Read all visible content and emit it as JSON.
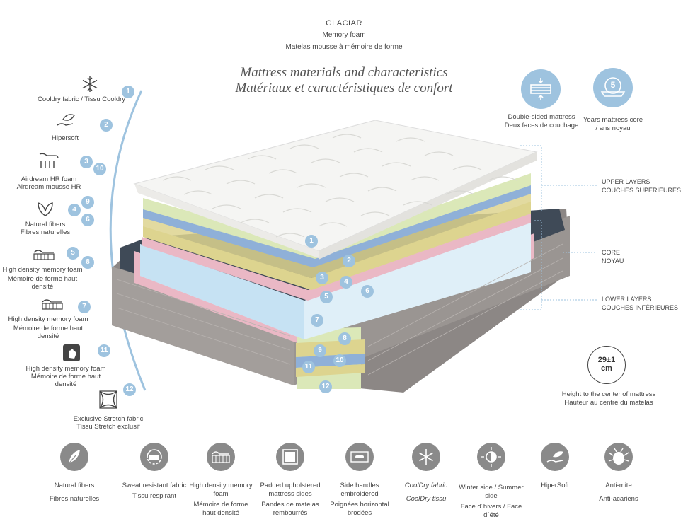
{
  "header": {
    "product": "GLACIAR",
    "subtitle1": "Memory foam",
    "subtitle2": "Matelas mousse à mémoire de forme",
    "title_en": "Mattress materials and characteristics",
    "title_fr": "Matériaux et caractéristiques de confort"
  },
  "left_items": [
    {
      "label": "Cooldry fabric / Tissu Cooldry",
      "icon": "snowflake-icon"
    },
    {
      "label": "Hipersoft",
      "icon": "hand-leaf-icon"
    },
    {
      "label": "Airdream HR foam",
      "label2": "Airdream mousse HR",
      "icon": "airflow-icon"
    },
    {
      "label": "Natural fibers",
      "label2": "Fibres naturelles",
      "icon": "leaf-icon"
    },
    {
      "label": "High density memory foam",
      "label2": "Mémoire de forme haut",
      "label3": "densité",
      "icon": "memory-foam-icon"
    },
    {
      "label": "High density memory foam",
      "label2": "Mémoire de forme haut",
      "label3": "densité",
      "icon": "memory-foam-icon"
    },
    {
      "label": "High density memory foam",
      "label2": "Mémoire de forme haut",
      "label3": "densité",
      "icon": "press-icon"
    },
    {
      "label": "Exclusive Stretch fabric",
      "label2": "Tissu Stretch exclusif",
      "icon": "stretch-icon"
    }
  ],
  "arc_numbers": [
    "1",
    "2",
    "3",
    "10",
    "9",
    "4",
    "6",
    "5",
    "8",
    "7",
    "11",
    "12"
  ],
  "layer_numbers": [
    "1",
    "2",
    "3",
    "4",
    "5",
    "6",
    "7",
    "8",
    "9",
    "10",
    "11",
    "12"
  ],
  "top_right": {
    "double_sided_1": "Double-sided mattress",
    "double_sided_2": "Deux faces de couchage",
    "years_1": "Years mattress core",
    "years_2": "/ ans noyau",
    "years_value": "5"
  },
  "right_labels": {
    "upper_1": "UPPER LAYERS",
    "upper_2": "COUCHES SUPÉRIEURES",
    "core_1": "CORE",
    "core_2": "NOYAU",
    "lower_1": "LOWER LAYERS",
    "lower_2": "COUCHES INFÉRIEURES"
  },
  "height": {
    "value": "29±1",
    "unit": "cm",
    "label_1": "Height to the center of mattress",
    "label_2": "Hauteur au centre du matelas"
  },
  "features": [
    {
      "en": "Natural fibers",
      "fr": "Fibres naturelles",
      "icon": "feather-icon"
    },
    {
      "en": "Sweat resistant fabric",
      "fr": "Tissu respirant",
      "icon": "air-fabric-icon"
    },
    {
      "en": "High density memory foam",
      "fr": "Mémoire de forme haut densité",
      "icon": "memory-foam-icon"
    },
    {
      "en": "Padded upholstered mattress sides",
      "fr": "Bandes de matelas rembourrés",
      "icon": "padded-side-icon"
    },
    {
      "en": "Side handles embroidered",
      "fr": "Poignées horizontal brodées",
      "icon": "handle-icon"
    },
    {
      "en": "CoolDry fabric",
      "fr": "CoolDry tissu",
      "icon": "snowflake-icon"
    },
    {
      "en": "Winter side / Summer side",
      "fr": "Face d´hivers / Face d´été",
      "icon": "sun-snow-icon"
    },
    {
      "en": "HiperSoft",
      "fr": "",
      "icon": "hand-leaf-icon"
    },
    {
      "en": "Anti-mite",
      "fr": "Anti-acariens",
      "icon": "mite-icon"
    }
  ],
  "colors": {
    "accent": "#9ec3df",
    "icon_gray": "#8a8a8a",
    "fabric_gray": "#8c8785",
    "core_blue": "#dfeff8",
    "layer_green": "#dbe8b8",
    "layer_yellow": "#ddd48f",
    "layer_pink": "#eab8c5",
    "layer_blue": "#8fb0d8"
  }
}
